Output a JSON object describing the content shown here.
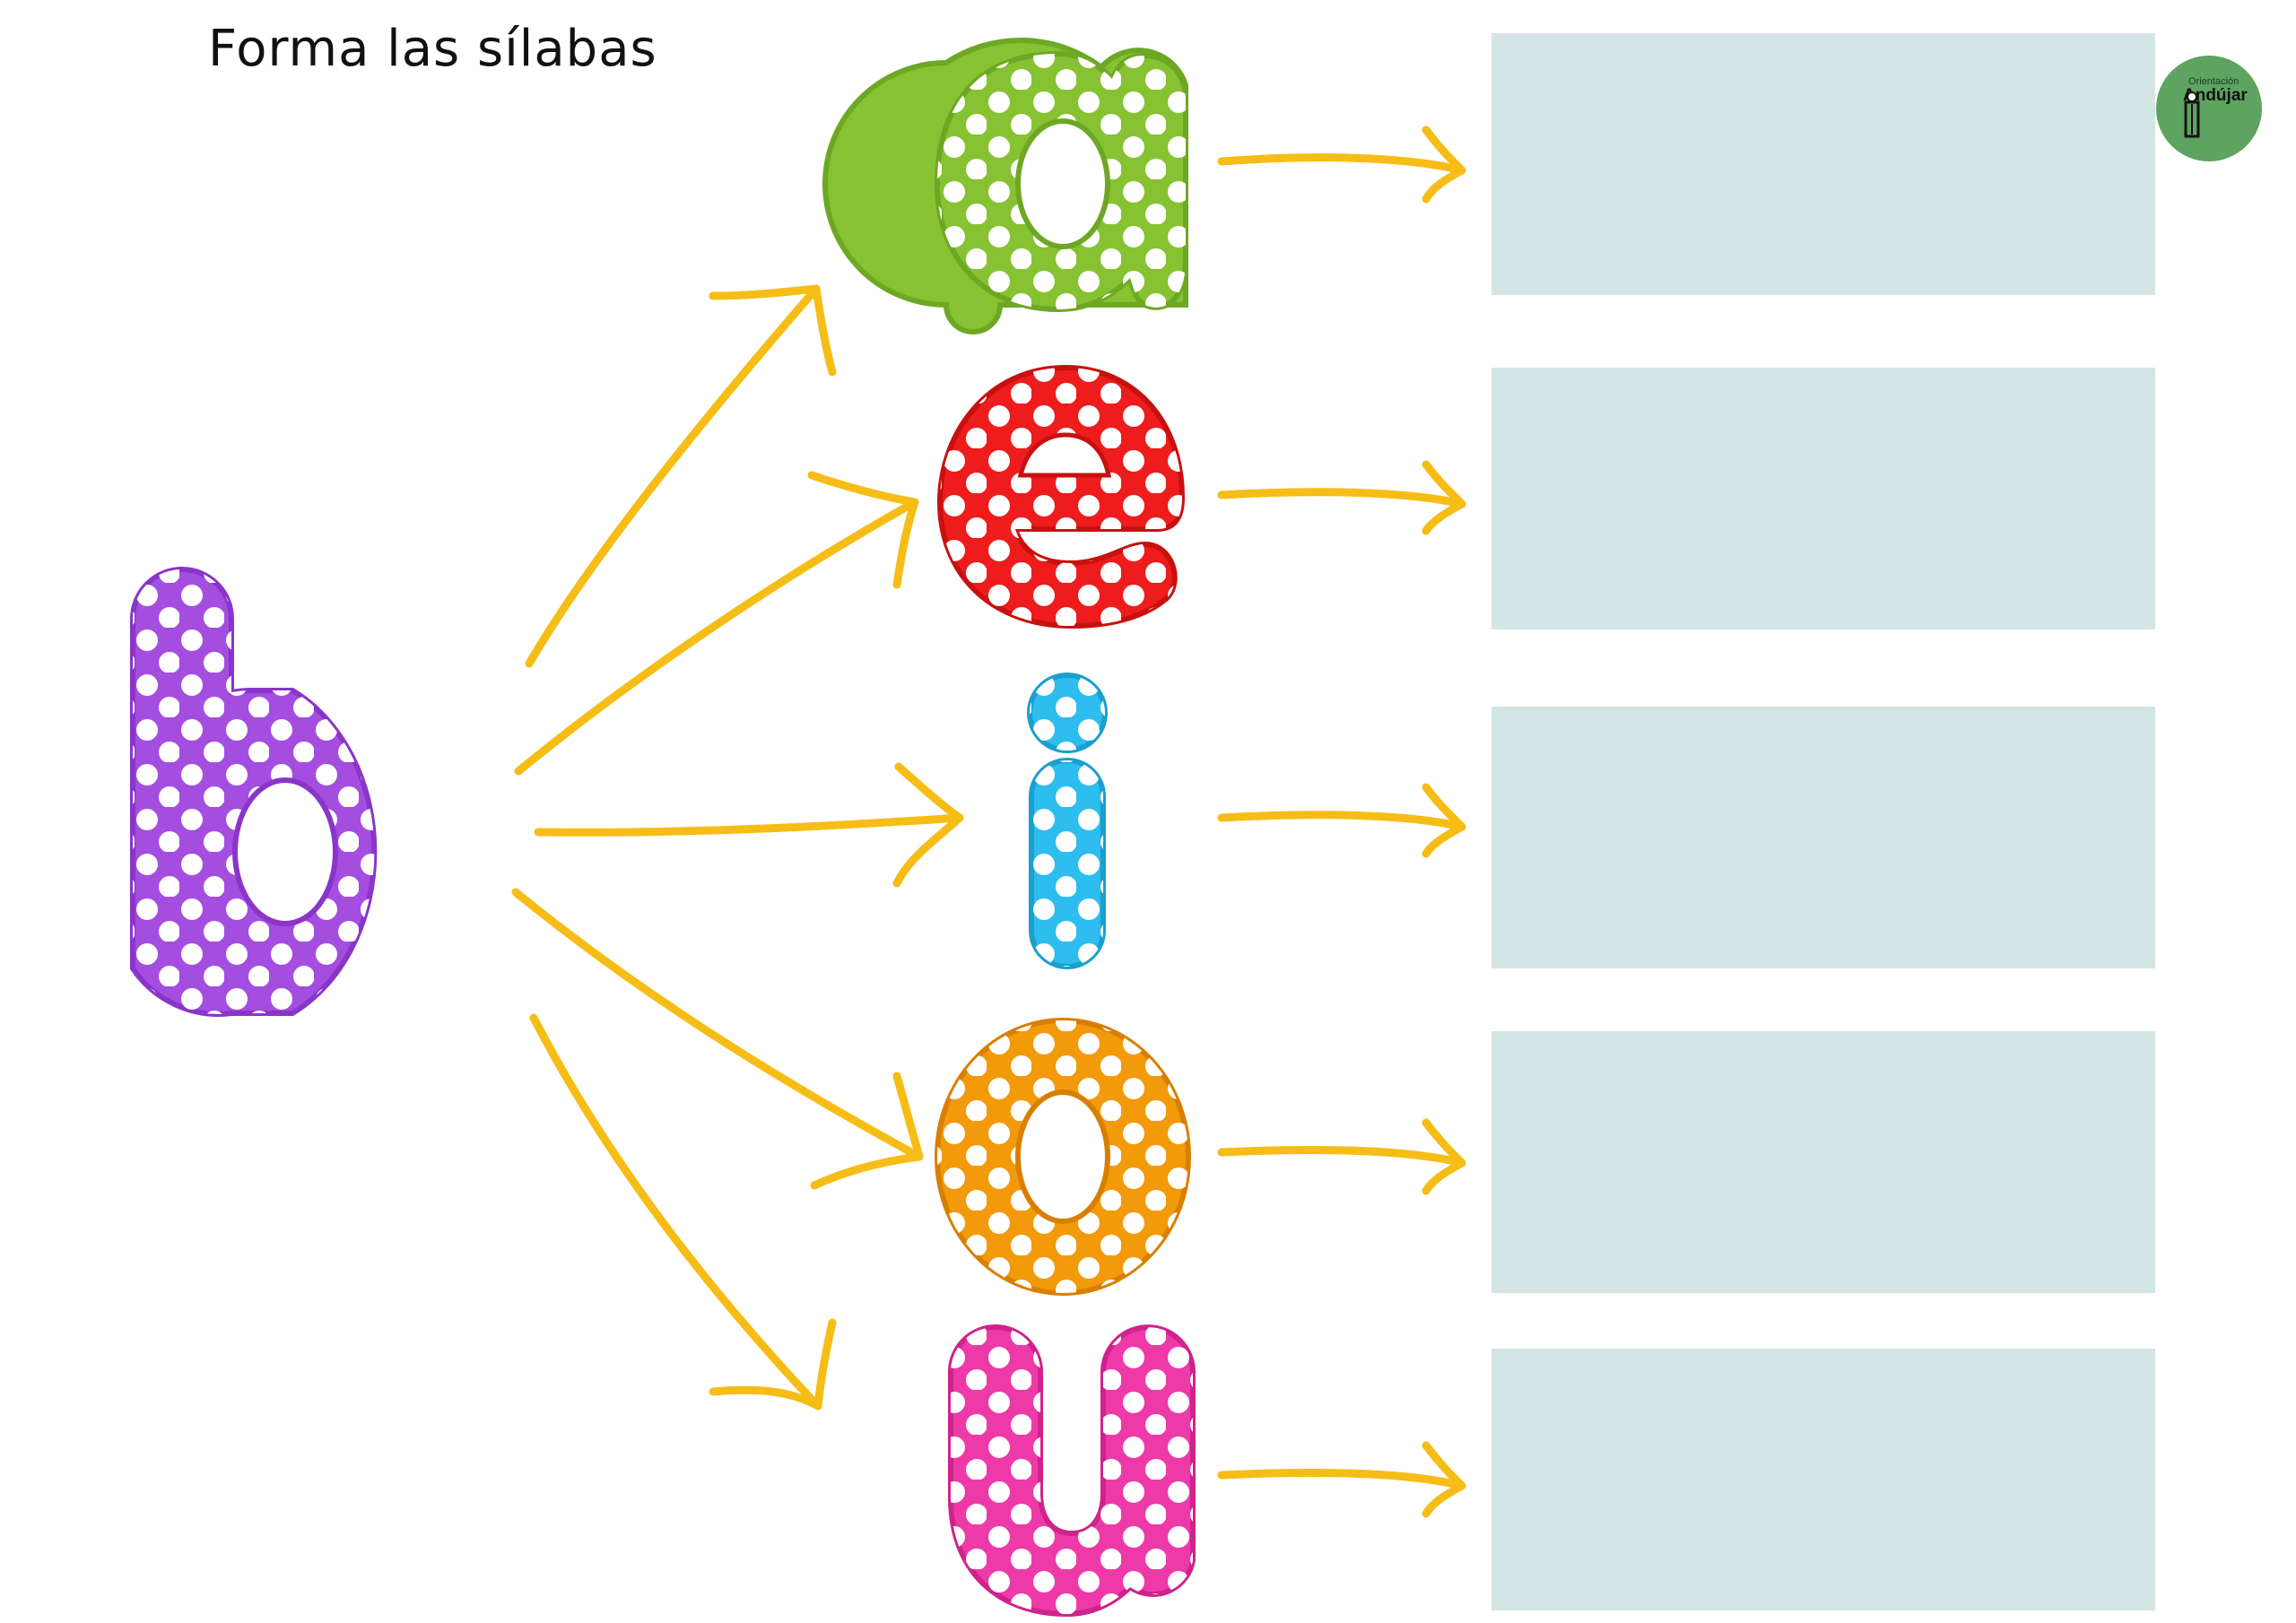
{
  "title": "Forma las sílabas",
  "consonant": {
    "char": "b",
    "color": "#a44ee0",
    "edge": "#8a35c9"
  },
  "vowels": [
    {
      "char": "a",
      "color": "#86c232",
      "edge": "#6da824"
    },
    {
      "char": "e",
      "color": "#ee1c1c",
      "edge": "#c91010"
    },
    {
      "char": "i",
      "color": "#2dbdee",
      "edge": "#1a9fd0"
    },
    {
      "char": "o",
      "color": "#f39a0a",
      "edge": "#d97f00"
    },
    {
      "char": "u",
      "color": "#ee3aa8",
      "edge": "#cf238c"
    }
  ],
  "answer_boxes": [
    "",
    "",
    "",
    "",
    ""
  ],
  "colors": {
    "arrow": "#f6bd16",
    "box": "#d4e5e5",
    "logo": "#5ea35f"
  },
  "logo": {
    "small_text": "Orientación",
    "big_text": "Andújar"
  }
}
